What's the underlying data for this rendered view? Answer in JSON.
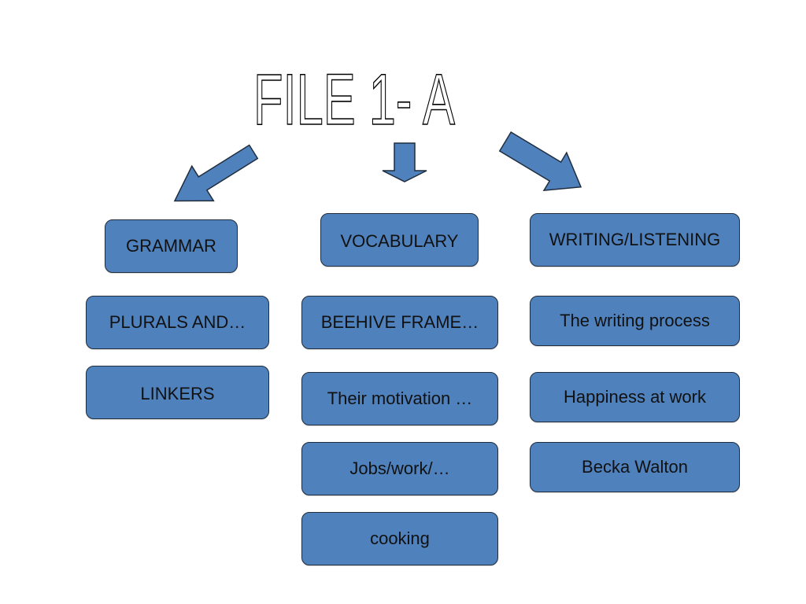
{
  "title": "FILE 1- A",
  "colors": {
    "box_fill": "#4f81bd",
    "box_border": "#1f2d3d",
    "text": "#111111"
  },
  "columns": {
    "grammar": {
      "header": "GRAMMAR",
      "items": [
        "PLURALS AND…",
        "LINKERS"
      ]
    },
    "vocabulary": {
      "header": "VOCABULARY",
      "items": [
        "BEEHIVE FRAME…",
        "Their motivation …",
        "Jobs/work/…",
        "cooking"
      ]
    },
    "writing_listening": {
      "header": "WRITING/LISTENING",
      "items": [
        "The writing process",
        "Happiness at work",
        "Becka Walton"
      ]
    }
  }
}
